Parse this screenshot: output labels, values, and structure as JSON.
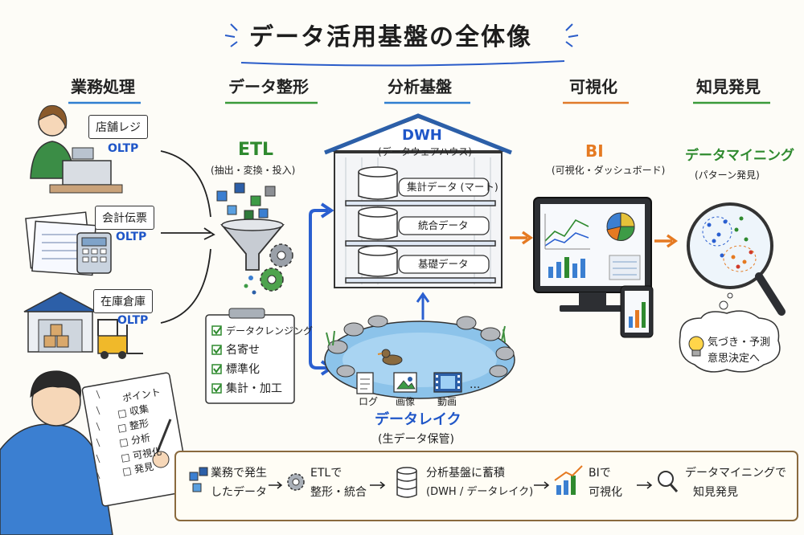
{
  "title": "データ活用基盤の全体像",
  "columns": [
    "業務処理",
    "データ整形",
    "分析基盤",
    "可視化",
    "知見発見"
  ],
  "sources": [
    {
      "label": "店舗レジ",
      "tag": "OLTP"
    },
    {
      "label": "会計伝票",
      "tag": "OLTP"
    },
    {
      "label": "在庫倉庫",
      "tag": "OLTP"
    }
  ],
  "etl": {
    "title": "ETL",
    "subtitle": "(抽出・変換・投入)",
    "steps": [
      "データクレンジング",
      "名寄せ",
      "標準化",
      "集計・加工"
    ]
  },
  "dwh": {
    "title": "DWH",
    "subtitle": "(データウェアハウス)",
    "shelves": [
      "集計データ (マート)",
      "統合データ",
      "基礎データ"
    ]
  },
  "lake": {
    "title": "データレイク",
    "subtitle": "(生データ保管)",
    "files": [
      "ログ",
      "画像",
      "動画",
      "..."
    ]
  },
  "bi": {
    "title": "BI",
    "subtitle": "(可視化・ダッシュボード)"
  },
  "mining": {
    "title": "データマイニング",
    "subtitle": "(パターン発見)",
    "bubble": [
      "気づき・予測",
      "意思決定へ"
    ]
  },
  "notebook": {
    "heading": "ポイント",
    "items": [
      "□ 収集",
      "□ 整形",
      "□ 分析",
      "□ 可視化",
      "□ 発見"
    ]
  },
  "summary": [
    {
      "line1": "業務で発生",
      "line2": "したデータ"
    },
    {
      "line1": "ETLで",
      "line2": "整形・統合"
    },
    {
      "line1": "分析基盤に蓄積",
      "line2": "(DWH / データレイク)"
    },
    {
      "line1": "BIで",
      "line2": "可視化"
    },
    {
      "line1": "データマイニングで",
      "line2": "知見発見"
    }
  ],
  "colors": {
    "accent_blue": "#1f56c8",
    "accent_green": "#2f8a2f",
    "accent_orange": "#e57a22"
  }
}
